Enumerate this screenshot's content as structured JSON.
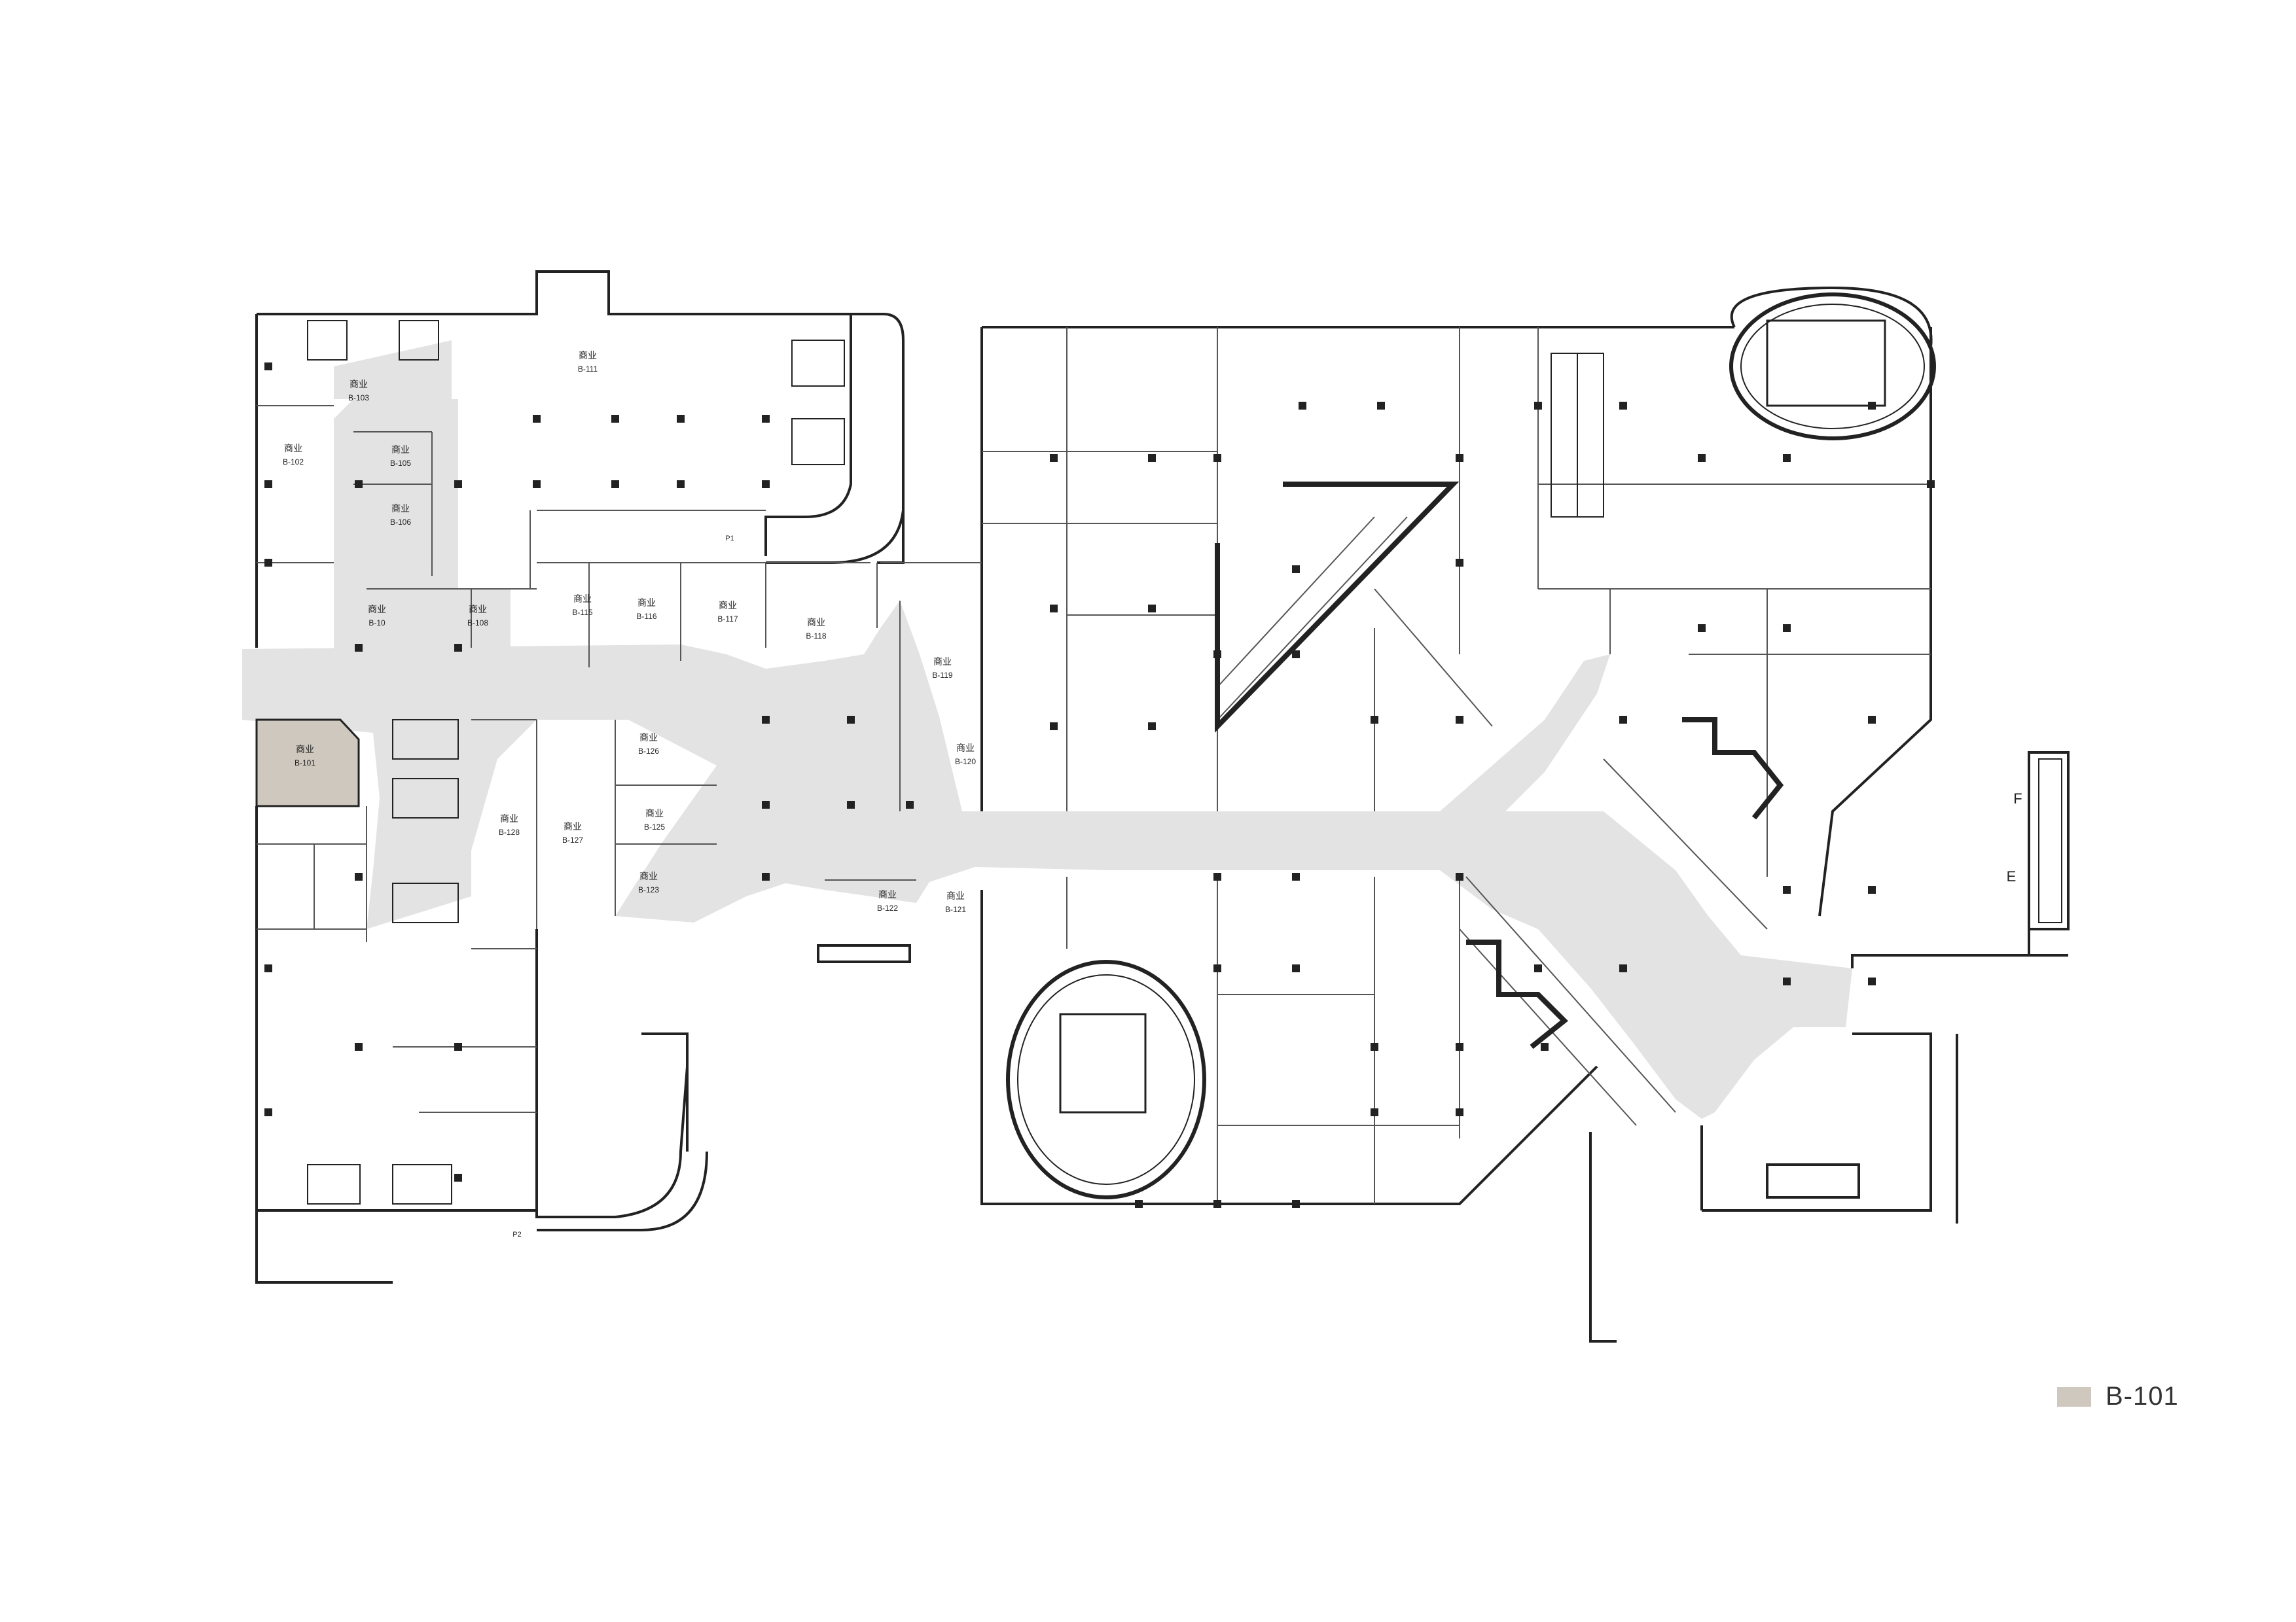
{
  "colors": {
    "highlight": "#cfc8bf",
    "corridor": "#e3e3e3",
    "wall": "#222222",
    "background": "#ffffff"
  },
  "units": [
    {
      "id": "B-101",
      "name": "商业",
      "code": "B-101",
      "highlighted": true
    },
    {
      "id": "B-102",
      "name": "商业",
      "code": "B-102"
    },
    {
      "id": "B-103",
      "name": "商业",
      "code": "B-103"
    },
    {
      "id": "B-105",
      "name": "商业",
      "code": "B-105"
    },
    {
      "id": "B-106",
      "name": "商业",
      "code": "B-106"
    },
    {
      "id": "B-107",
      "name": "商业",
      "code": "B-10"
    },
    {
      "id": "B-108",
      "name": "商业",
      "code": "B-108"
    },
    {
      "id": "B-111",
      "name": "商业",
      "code": "B-111"
    },
    {
      "id": "B-115",
      "name": "商业",
      "code": "B-115"
    },
    {
      "id": "B-116",
      "name": "商业",
      "code": "B-116"
    },
    {
      "id": "B-117",
      "name": "商业",
      "code": "B-117"
    },
    {
      "id": "B-118",
      "name": "商业",
      "code": "B-118"
    },
    {
      "id": "B-119",
      "name": "商业",
      "code": "B-119"
    },
    {
      "id": "B-120",
      "name": "商业",
      "code": "B-120"
    },
    {
      "id": "B-121",
      "name": "商业",
      "code": "B-121"
    },
    {
      "id": "B-122",
      "name": "商业",
      "code": "B-122"
    },
    {
      "id": "B-123",
      "name": "商业",
      "code": "B-123"
    },
    {
      "id": "B-125",
      "name": "商业",
      "code": "B-125"
    },
    {
      "id": "B-126",
      "name": "商业",
      "code": "B-126"
    },
    {
      "id": "B-127",
      "name": "商业",
      "code": "B-127"
    },
    {
      "id": "B-128",
      "name": "商业",
      "code": "B-128"
    }
  ],
  "misc_labels": {
    "p1": "P1",
    "p2": "P2",
    "grid_f": "F",
    "grid_e": "E"
  },
  "legend": {
    "label": "B-101"
  }
}
